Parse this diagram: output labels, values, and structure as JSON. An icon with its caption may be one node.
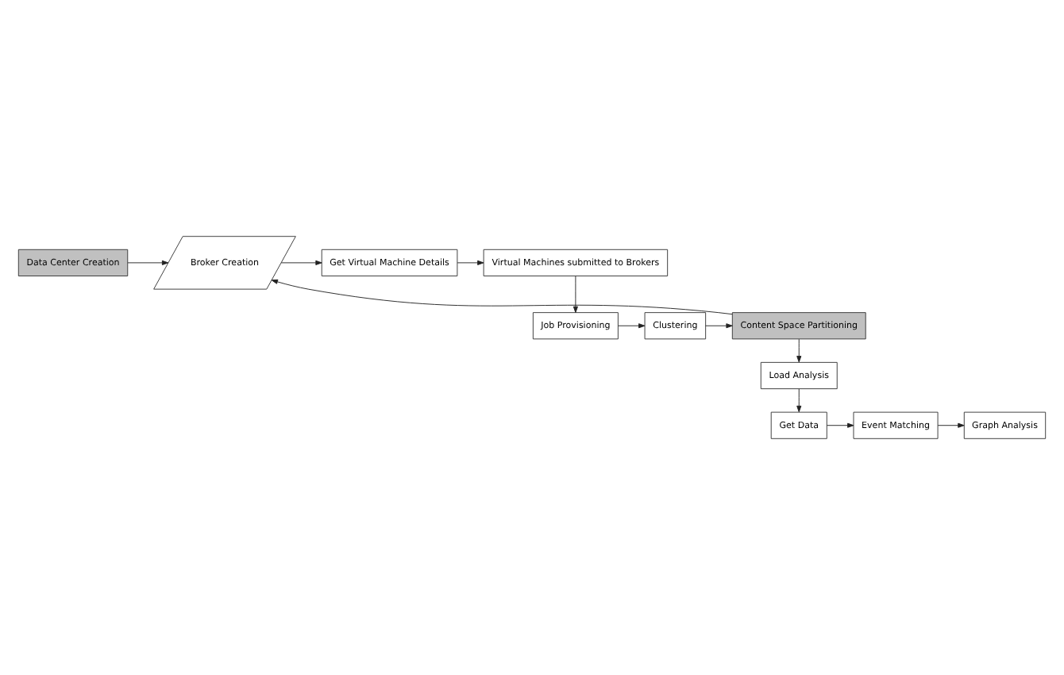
{
  "diagram": {
    "nodes": [
      {
        "text": [
          "Data Center Creation"
        ]
      },
      {
        "text": [
          "Broker Creation"
        ]
      },
      {
        "text": [
          "Get Virtual Machine Details"
        ]
      },
      {
        "text": [
          "Virtual Machines submitted to Brokers"
        ]
      },
      {
        "text": [
          "Job Provisioning"
        ]
      },
      {
        "text": [
          "Clustering"
        ]
      },
      {
        "text": [
          "Content Space Partitioning"
        ]
      },
      {
        "text": [
          "Load Analysis"
        ]
      },
      {
        "text": [
          "Get Data"
        ]
      },
      {
        "text": [
          "Event Matching"
        ]
      },
      {
        "text": [
          "Graph Analysis"
        ]
      }
    ],
    "edges": [
      {
        "from": 0,
        "to": 1,
        "arrow": "to"
      },
      {
        "from": 1,
        "to": 2,
        "arrow": "to"
      },
      {
        "from": 2,
        "to": 3,
        "arrow": "to"
      },
      {
        "from": 3,
        "to": 4,
        "arrow": "to"
      },
      {
        "from": 4,
        "to": 5,
        "arrow": "to"
      },
      {
        "from": 5,
        "to": 6,
        "arrow": "to"
      },
      {
        "from": 6,
        "to": 1,
        "arrow": "to"
      },
      {
        "from": 6,
        "to": 7,
        "arrow": "to"
      },
      {
        "from": 7,
        "to": 8,
        "arrow": "to"
      },
      {
        "from": 8,
        "to": 9,
        "arrow": "to"
      },
      {
        "from": 9,
        "to": 10,
        "arrow": "to"
      }
    ]
  }
}
